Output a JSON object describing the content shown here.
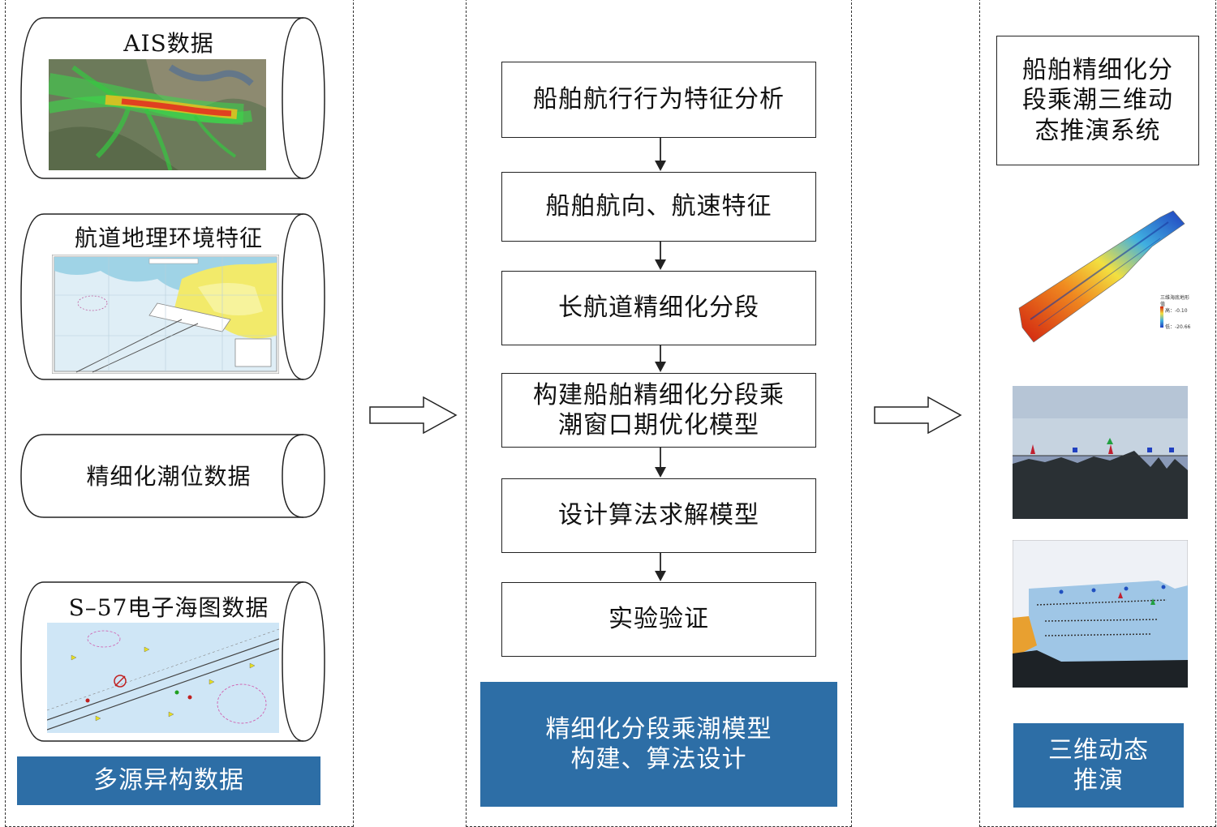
{
  "columns": {
    "data_sources": {
      "items": [
        {
          "label": "AIS数据"
        },
        {
          "label": "航道地理环境特征"
        },
        {
          "label": "精细化潮位数据"
        },
        {
          "label": "S–57电子海图数据"
        }
      ],
      "banner": "多源异构数据"
    },
    "model": {
      "steps": [
        "船舶航行行为特征分析",
        "船舶航向、航速特征",
        "长航道精细化分段",
        "构建船舶精细化分段乘\n潮窗口期优化模型",
        "设计算法求解模型",
        "实验验证"
      ],
      "banner": "精细化分段乘潮模型\n构建、算法设计"
    },
    "system": {
      "title": "船舶精细化分\n段乘潮三维动\n态推演系统",
      "legend": {
        "title": "三维海底地形",
        "sub": "值",
        "high": "高：-0.10",
        "low": "低：-20.66"
      },
      "banner": "三维动态\n推演"
    }
  },
  "colors": {
    "banner": "#2d6ea6",
    "border": "#222222"
  }
}
